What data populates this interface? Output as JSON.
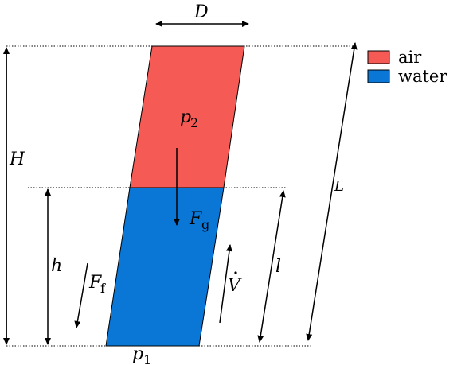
{
  "colors": {
    "air": "#f55a55",
    "water": "#0a77d6",
    "line": "#000000"
  },
  "legend": {
    "items": [
      {
        "label": "air",
        "color": "#f55a55"
      },
      {
        "label": "water",
        "color": "#0a77d6"
      }
    ]
  },
  "labels": {
    "D": "D",
    "H": "H",
    "L": "L",
    "h": "h",
    "l": "l",
    "p2_main": "p",
    "p2_sub": "2",
    "p1_main": "p",
    "p1_sub": "1",
    "Fg_main": "F",
    "Fg_sub": "g",
    "Ff_main": "F",
    "Ff_sub": "f",
    "Vdot": "V"
  }
}
